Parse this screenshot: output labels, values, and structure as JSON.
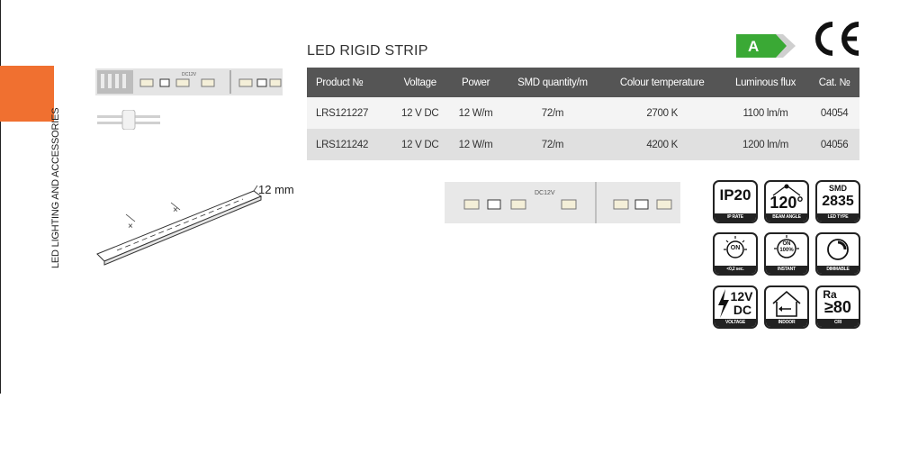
{
  "sidebar": {
    "section_label": "LED LIGHTING AND ACCESSORIES",
    "accent_color": "#f07030"
  },
  "product": {
    "title": "LED RIGID STRIP",
    "energy_class": "A",
    "ce_mark": "CE"
  },
  "table": {
    "headers": [
      "Product №",
      "Voltage",
      "Power",
      "SMD quantity/m",
      "Colour temperature",
      "Luminous flux",
      "Cat. №"
    ],
    "rows": [
      [
        "LRS121227",
        "12 V DC",
        "12 W/m",
        "72/m",
        "2700 K",
        "1100 lm/m",
        "04054"
      ],
      [
        "LRS121242",
        "12 V DC",
        "12 W/m",
        "72/m",
        "4200 K",
        "1200 lm/m",
        "04056"
      ]
    ]
  },
  "images": {
    "strip_marking_small": "DC12V",
    "strip_marking_large": "DC12V",
    "width_label": "12 mm"
  },
  "icons": [
    {
      "name": "ip-rate-icon",
      "value": "IP20",
      "caption": "IP RATE"
    },
    {
      "name": "beam-angle-icon",
      "value": "120°",
      "caption": "BEAM ANGLE"
    },
    {
      "name": "led-type-icon",
      "top": "SMD",
      "value": "2835",
      "caption": "LED TYPE"
    },
    {
      "name": "switch-on-time-icon",
      "value": "ON",
      "caption": "<0,2 sec."
    },
    {
      "name": "instant-icon",
      "value": "ON",
      "sub": "100%",
      "caption": "INSTANT"
    },
    {
      "name": "dimmable-icon",
      "caption": "DIMMABLE"
    },
    {
      "name": "voltage-icon",
      "value": "12V",
      "sub": "DC",
      "caption": "VOLTAGE"
    },
    {
      "name": "indoor-icon",
      "caption": "INDOOR"
    },
    {
      "name": "cri-icon",
      "top": "Ra",
      "value": "≥80",
      "caption": "CRI"
    }
  ]
}
